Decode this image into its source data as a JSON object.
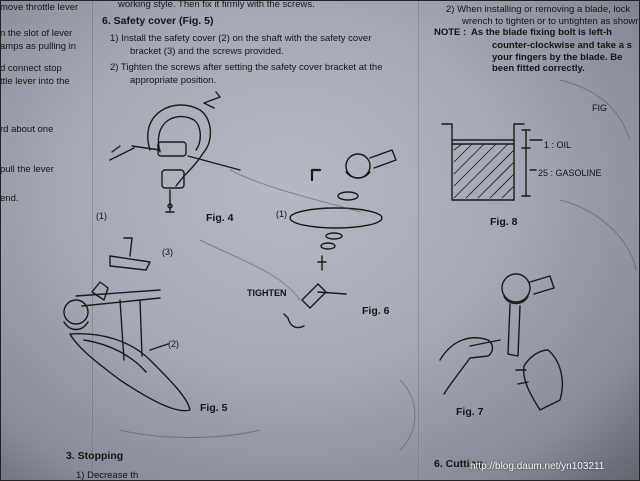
{
  "left_column": {
    "lines": [
      "move throttle lever",
      "n the slot of lever",
      "amps as pulling in",
      "d connect stop",
      "ttle lever into the",
      "rd about one",
      "pull the lever",
      "end."
    ]
  },
  "middle_column": {
    "top_fragment": "working style.  Then fix it firmly with the screws.",
    "section_heading": "6. Safety cover (Fig. 5)",
    "step1_line1": "1)  Install the safety cover (2) on the shaft with the safety cover",
    "step1_line2": "bracket (3) and the screws provided.",
    "step2_line1": "2)  Tighten the screws after setting the safety cover bracket at the",
    "step2_line2": "appropriate position.",
    "fig4_label": "Fig. 4",
    "fig4_callout": "(1)",
    "fig5_label": "Fig. 5",
    "fig5_callout_2": "(2)",
    "fig5_callout_3": "(3)",
    "fig6_label": "Fig. 6",
    "fig6_callout": "(1)",
    "tighten_label": "TIGHTEN",
    "stopping_heading": "3. Stopping",
    "stopping_fragment": "1)  Decrease th"
  },
  "right_column": {
    "step2_line1": "2)  When installing or removing a blade, lock",
    "step2_line2": "wrench to tighten or to untighten as shown",
    "note_label": "NOTE :",
    "note_line1": "As the blade fixing bolt is left-h",
    "note_line2": "counter-clockwise and take a s",
    "note_line3": "your fingers by the blade.  Be",
    "note_line4": "been fitted correctly.",
    "fig8_oil": "1 : OIL",
    "fig8_gasoline": "25 : GASOLINE",
    "fig8_label": "Fig. 8",
    "fig7_label": "Fig. 7",
    "cutting_heading": "6. Cutting",
    "fig_partial": "FIG"
  },
  "watermark": "http://blog.daum.net/yn103211"
}
